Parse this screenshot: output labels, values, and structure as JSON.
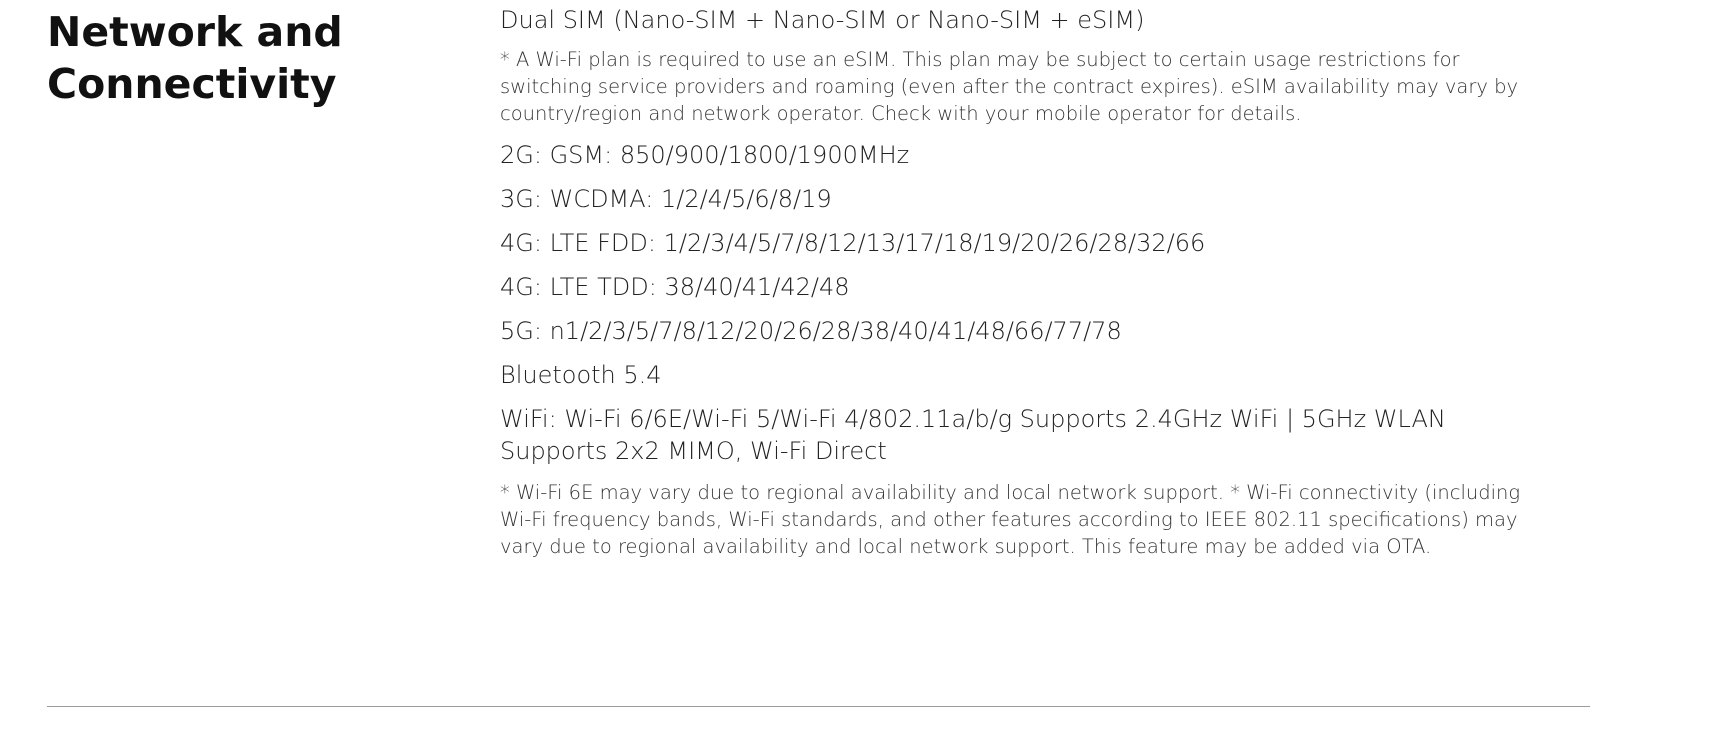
{
  "section": {
    "title": "Network and Connectivity"
  },
  "specs": {
    "sim": "Dual SIM (Nano-SIM + Nano-SIM or Nano-SIM + eSIM)",
    "esim_note": "* A Wi-Fi plan is required to use an eSIM. This plan may be subject to certain usage restrictions for switching service providers and roaming (even after the contract expires). eSIM availability may vary by country/region and network operator. Check with your mobile operator for details.",
    "band_2g": "2G: GSM: 850/900/1800/1900MHz",
    "band_3g": "3G: WCDMA: 1/2/4/5/6/8/19",
    "band_4g_fdd": "4G: LTE FDD: 1/2/3/4/5/7/8/12/13/17/18/19/20/26/28/32/66",
    "band_4g_tdd": "4G: LTE TDD: 38/40/41/42/48",
    "band_5g": "5G: n1/2/3/5/7/8/12/20/26/28/38/40/41/48/66/77/78",
    "bluetooth": "Bluetooth 5.4",
    "wifi": "WiFi: Wi-Fi 6/6E/Wi-Fi 5/Wi-Fi 4/802.11a/b/g Supports 2.4GHz WiFi | 5GHz WLAN Supports 2x2 MIMO, Wi-Fi Direct",
    "wifi_note": "* Wi-Fi 6E may vary due to regional availability and local network support. * Wi-Fi connectivity (including Wi-Fi frequency bands, Wi-Fi standards, and other features according to IEEE 802.11 specifications) may vary due to regional availability and local network support. This feature may be added via OTA."
  }
}
